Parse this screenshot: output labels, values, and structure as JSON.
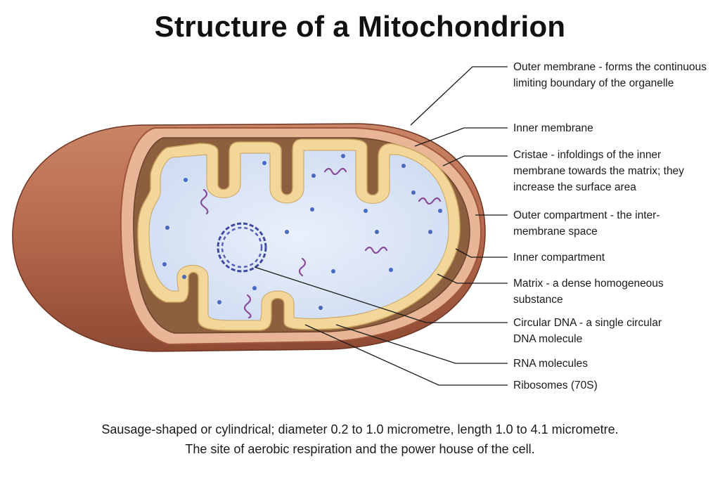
{
  "title": "Structure of a Mitochondrion",
  "labels": [
    "Outer membrane - forms the continuous limiting boundary of the organelle",
    "Inner membrane",
    "Cristae - infoldings of the inner membrane towards the matrix; they increase the surface area",
    "Outer compartment - the inter-membrane space",
    "Inner compartment",
    "Matrix - a dense homogeneous substance",
    "Circular DNA - a single circular DNA molecule",
    "RNA molecules",
    "Ribosomes (70S)"
  ],
  "caption": {
    "line1": "Sausage-shaped or cylindrical; diameter 0.2 to 1.0 micrometre, length 1.0 to 4.1 micrometre.",
    "line2": "The site of aerobic respiration and the power house of the cell."
  },
  "colors": {
    "outer_body": "#b86a4e",
    "outer_membrane_rim": "#e9b79a",
    "intermembrane_space": "#8a5a3a",
    "inner_membrane": "#f3d79a",
    "matrix": "#dfe8f7",
    "dna": "#3d4aa0",
    "rna": "#8a4c9a",
    "ribosome": "#4a68c0"
  }
}
